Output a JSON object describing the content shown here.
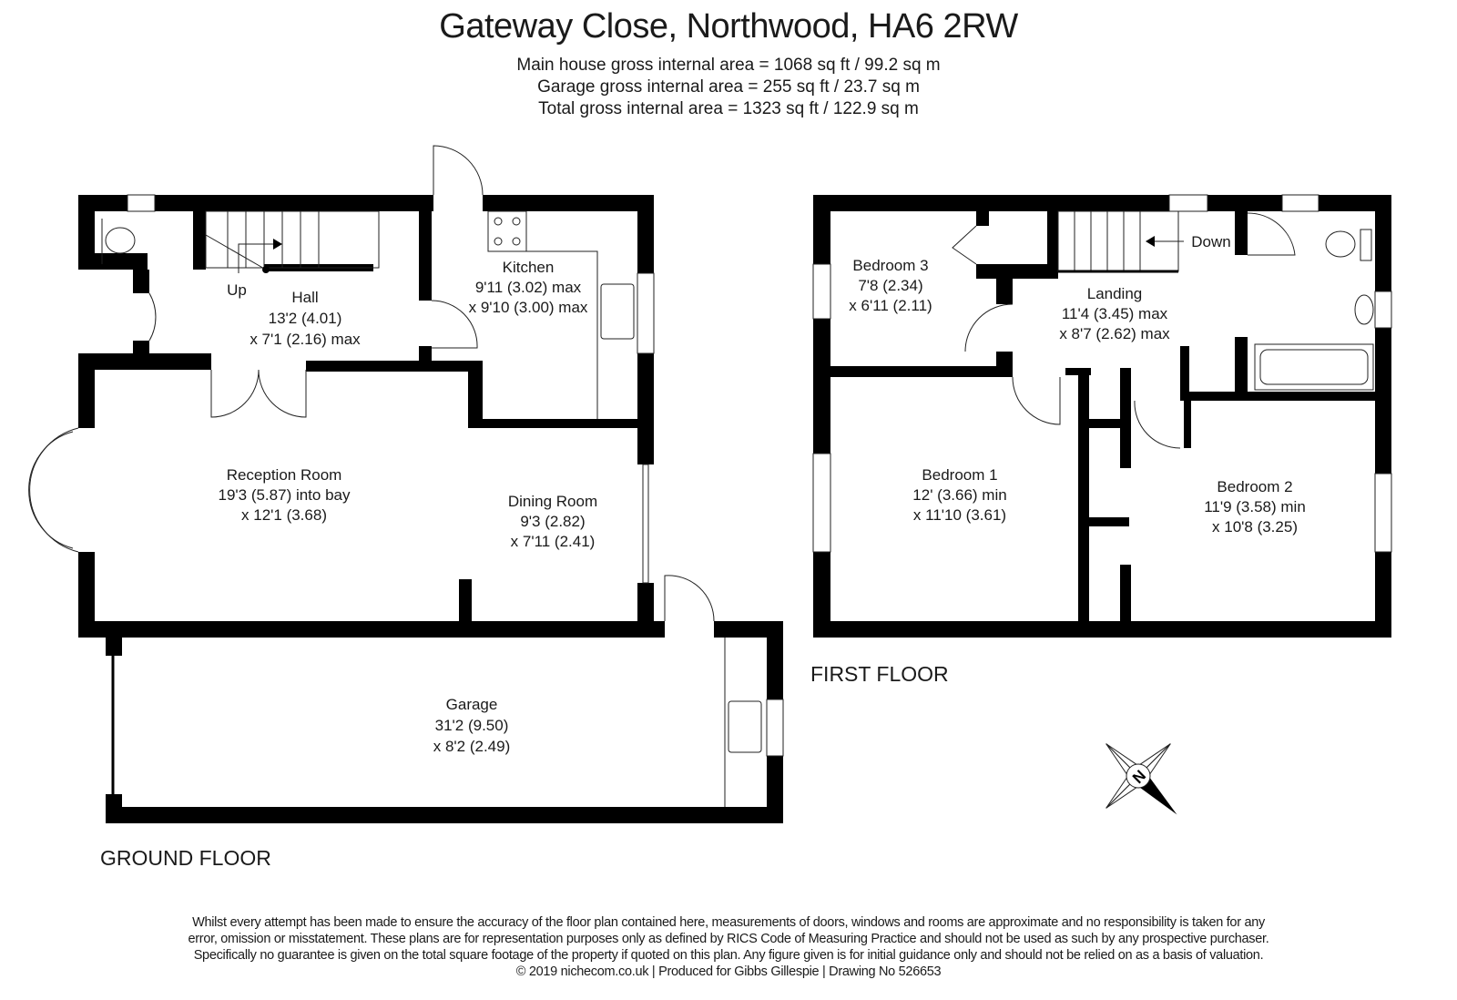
{
  "header": {
    "title": "Gateway Close, Northwood, HA6 2RW",
    "main_area": "Main house gross internal area =  1068 sq ft / 99.2 sq m",
    "garage_area": "Garage gross internal area = 255 sq ft / 23.7 sq m",
    "total_area": "Total gross internal area =  1323 sq ft / 122.9 sq m"
  },
  "ground_floor": {
    "label": "GROUND FLOOR",
    "stair_label": "Up",
    "rooms": [
      {
        "name": "Hall",
        "dim1": "13'2 (4.01)",
        "dim2": "x 7'1 (2.16) max"
      },
      {
        "name": "Kitchen",
        "dim1": "9'11 (3.02) max",
        "dim2": "x 9'10 (3.00) max"
      },
      {
        "name": "Reception Room",
        "dim1": "19'3 (5.87) into bay",
        "dim2": "x 12'1 (3.68)"
      },
      {
        "name": "Dining Room",
        "dim1": "9'3 (2.82)",
        "dim2": "x 7'11 (2.41)"
      },
      {
        "name": "Garage",
        "dim1": "31'2 (9.50)",
        "dim2": "x 8'2 (2.49)"
      }
    ]
  },
  "first_floor": {
    "label": "FIRST FLOOR",
    "stair_label": "Down",
    "rooms": [
      {
        "name": "Bedroom 3",
        "dim1": "7'8 (2.34)",
        "dim2": "x 6'11 (2.11)"
      },
      {
        "name": "Landing",
        "dim1": "11'4 (3.45) max",
        "dim2": "x 8'7 (2.62) max"
      },
      {
        "name": "Bedroom 1",
        "dim1": "12' (3.66) min",
        "dim2": "x 11'10 (3.61)"
      },
      {
        "name": "Bedroom 2",
        "dim1": "11'9 (3.58) min",
        "dim2": "x 10'8 (3.25)"
      }
    ]
  },
  "compass": {
    "label": "N"
  },
  "footer": {
    "line1": "Whilst every attempt has been made to ensure the accuracy of the floor plan contained here, measurements of doors, windows and rooms are approximate and no responsibility is taken for any",
    "line2": "error, omission or misstatement. These plans are for representation purposes only as defined by RICS Code of Measuring Practice and should not be used as such by any prospective purchaser.",
    "line3": "Specifically no guarantee is given on the total square footage of the property if quoted on this plan. Any figure given is for initial guidance only and should not be relied on as a basis of valuation.",
    "line4": "© 2019 nichecom.co.uk  |  Produced for Gibbs Gillespie  |  Drawing No 526653"
  }
}
